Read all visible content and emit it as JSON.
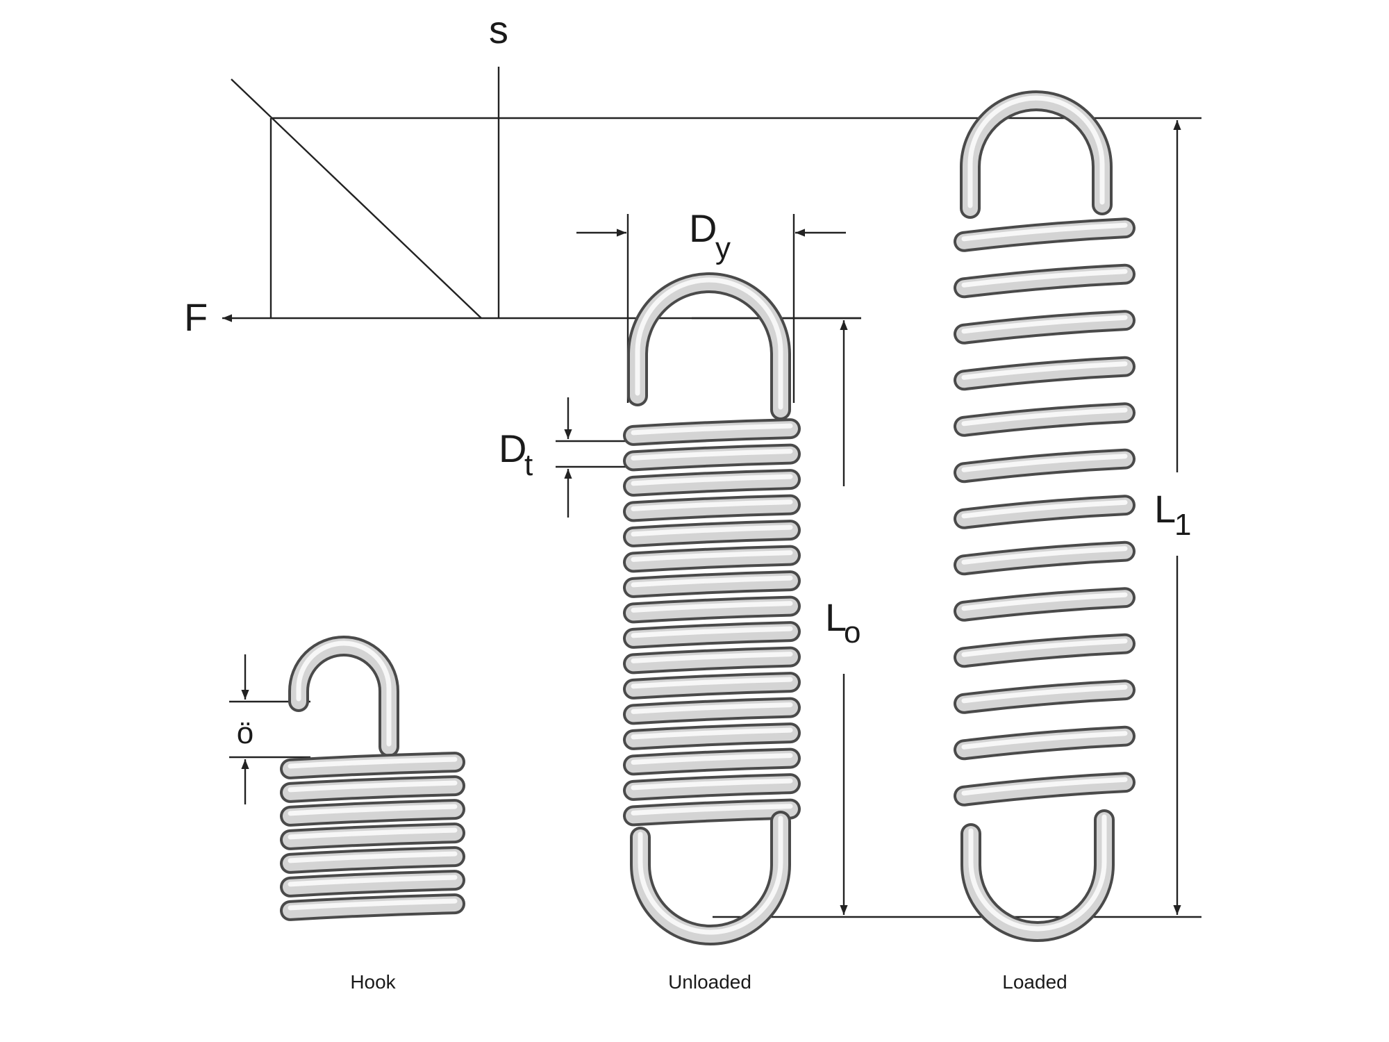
{
  "labels": {
    "s": "s",
    "F": "F",
    "Dy_main": "D",
    "Dy_sub": "y",
    "Dt_main": "D",
    "Dt_sub": "t",
    "Lo_main": "L",
    "Lo_sub": "o",
    "L1_main": "L",
    "L1_sub": "1",
    "o_umlaut": "ö"
  },
  "captions": {
    "hook": "Hook",
    "unloaded": "Unloaded",
    "loaded": "Loaded"
  },
  "springs": {
    "hook": {
      "visible_coils": 7
    },
    "unloaded": {
      "coils": 16
    },
    "loaded": {
      "coils": 13
    }
  },
  "colors": {
    "line": "#222222",
    "wire_outline": "#4a4a4a",
    "wire_fill": "#d4d4d4",
    "wire_highlight": "#f7f7f7"
  }
}
